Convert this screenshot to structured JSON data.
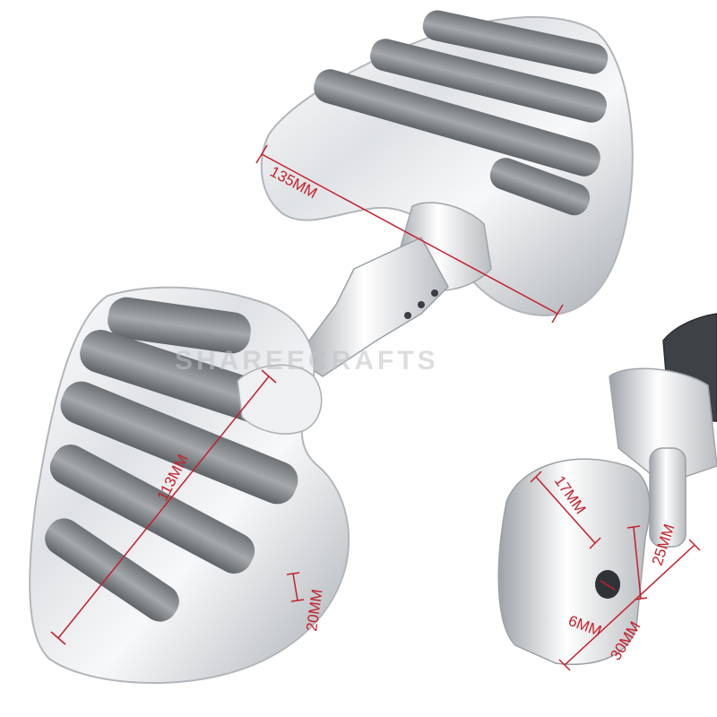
{
  "image": {
    "subject": "chrome-motorcycle-footpegs",
    "watermark": "SHAREECRAFTS",
    "colors": {
      "background": "#ffffff",
      "chrome_light": "#f4f5f6",
      "chrome_mid": "#c9ccd0",
      "chrome_dark": "#7d8287",
      "rubber": "#8d9194",
      "rubber_dark": "#5e6367",
      "dimension": "#c4202a"
    }
  },
  "dimensions": {
    "top_peg_length": "135MM",
    "bottom_peg_length": "113MM",
    "rib_width": "20MM",
    "mount_width": "17MM",
    "mount_height": "25MM",
    "bolt_hole": "6MM",
    "mount_depth": "30MM"
  }
}
